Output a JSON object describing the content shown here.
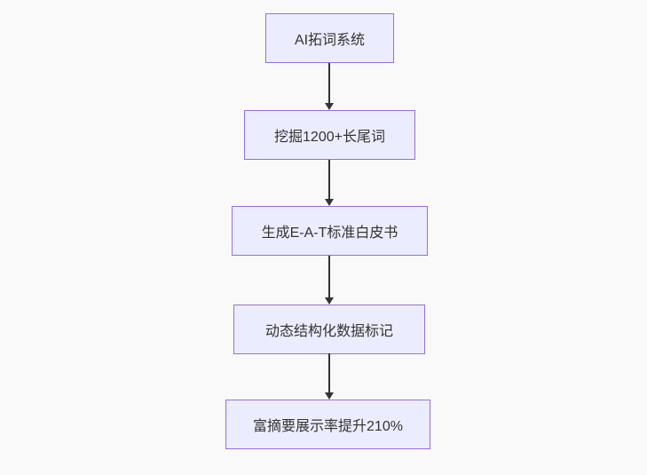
{
  "flowchart": {
    "type": "flowchart",
    "direction": "top-down",
    "nodes": [
      {
        "id": "n1",
        "label": "AI拓词系统"
      },
      {
        "id": "n2",
        "label": "挖掘1200+长尾词"
      },
      {
        "id": "n3",
        "label": "生成E-A-T标准白皮书"
      },
      {
        "id": "n4",
        "label": "动态结构化数据标记"
      },
      {
        "id": "n5",
        "label": "富摘要展示率提升210%"
      }
    ],
    "edges": [
      {
        "from": "n1",
        "to": "n2",
        "label": ""
      },
      {
        "from": "n2",
        "to": "n3",
        "label": ""
      },
      {
        "from": "n3",
        "to": "n4",
        "label": ""
      },
      {
        "from": "n4",
        "to": "n5",
        "label": ""
      }
    ]
  },
  "theme": {
    "background": "#f9f9f9",
    "node_fill": "#ececff",
    "node_border": "#9370db",
    "text_color": "#333333",
    "arrow_color": "#333333"
  }
}
